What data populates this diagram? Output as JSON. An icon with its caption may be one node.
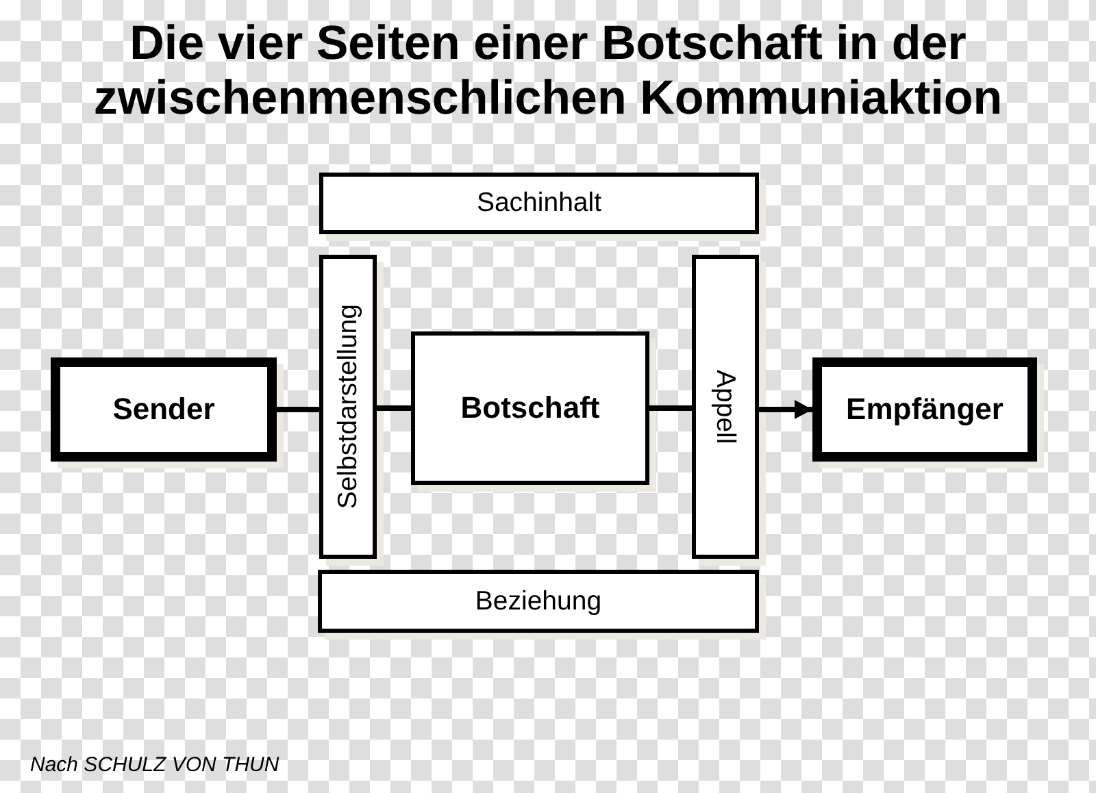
{
  "diagram": {
    "title": "Die vier Seiten einer Botschaft in der zwischenmenschlichen Kommuniaktion",
    "caption": "Nach SCHULZ VON THUN",
    "nodes": [
      {
        "text": [
          "Sachinhalt"
        ]
      },
      {
        "text": [
          "Sender"
        ]
      },
      {
        "text": [
          "Selbstdarstellung"
        ]
      },
      {
        "text": [
          "Botschaft"
        ]
      },
      {
        "text": [
          "Appell"
        ]
      },
      {
        "text": [
          "Empfänger"
        ]
      },
      {
        "text": [
          "Beziehung"
        ]
      }
    ],
    "edges": [
      {
        "from": 1,
        "to": 2,
        "arrow": "none"
      },
      {
        "from": 2,
        "to": 3,
        "arrow": "none"
      },
      {
        "from": 3,
        "to": 4,
        "arrow": "none"
      },
      {
        "from": 4,
        "to": 5,
        "arrow": "to"
      }
    ]
  }
}
